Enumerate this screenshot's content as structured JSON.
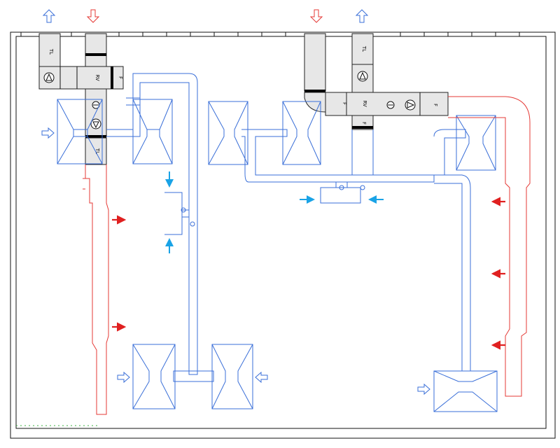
{
  "colors": {
    "supply": "#3a6fd8",
    "exhaust": "#e53935",
    "unit_fill": "#e7e7e7",
    "arrow_cyan": "#1aa3e6",
    "arrow_red": "#e02020",
    "frame": "#111111"
  },
  "unit_left": {
    "filter_label": "F",
    "rv_label": "RV",
    "tl_label": "TL",
    "fan_icon": "fan-icon",
    "heater_icon": "heater-icon"
  },
  "unit_right": {
    "filter_label": "F",
    "rv_label": "RV",
    "tl_label": "TL",
    "fan_icon": "fan-icon",
    "heater_icon": "heater-icon"
  },
  "arrow_icons": {
    "outline_up": "outline-arrow-up-icon",
    "outline_down": "outline-arrow-down-icon",
    "outline_right": "outline-arrow-right-icon",
    "outline_left": "outline-arrow-left-icon",
    "solid": "solid-flow-arrow-icon"
  }
}
